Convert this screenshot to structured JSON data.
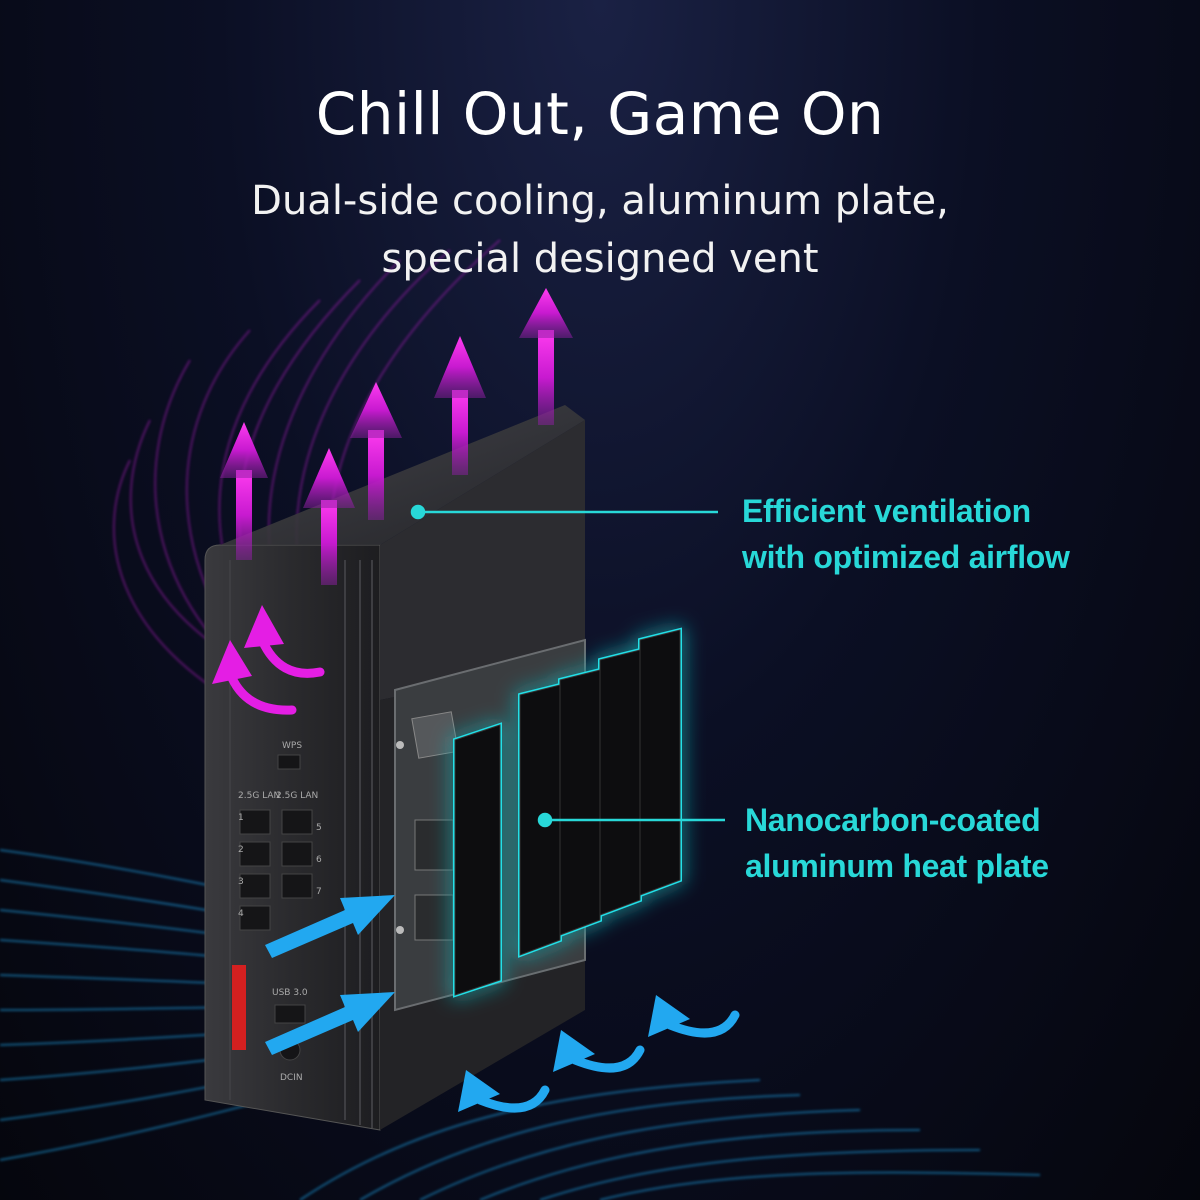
{
  "headline": {
    "title": "Chill Out, Game On",
    "subtitle_line1": "Dual-side cooling, aluminum plate,",
    "subtitle_line2": "special designed vent"
  },
  "callouts": [
    {
      "line1": "Efficient ventilation",
      "line2": "with optimized airflow"
    },
    {
      "line1": "Nanocarbon-coated",
      "line2": "aluminum heat plate"
    }
  ],
  "router_labels": {
    "wps": "WPS",
    "lan_a": "2.5G LAN",
    "lan_b": "2.5G LAN",
    "usb": "USB 3.0",
    "dcin": "DCIN",
    "port_numbers": [
      "1",
      "2",
      "3",
      "4",
      "5",
      "6",
      "7"
    ]
  },
  "colors": {
    "background": "#0b0f24",
    "callout": "#28d8d8",
    "hot_air": "#d81ad8",
    "cool_air": "#22a8f0",
    "glow": "#20e0e8"
  }
}
